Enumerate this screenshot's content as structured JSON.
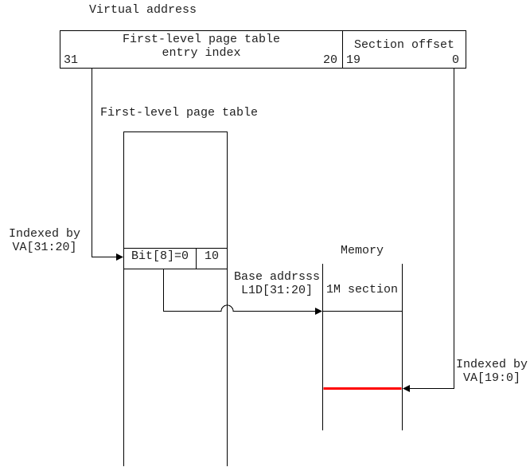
{
  "virtual_address": {
    "title": "Virtual address",
    "index_field_line1": "First-level page table",
    "index_field_line2": "entry index",
    "bit31": "31",
    "bit20": "20",
    "offset_field": "Section offset",
    "bit19": "19",
    "bit0": "0"
  },
  "page_table": {
    "title": "First-level page table",
    "entry": {
      "flag": "Bit[8]=0",
      "type": "10"
    }
  },
  "memory": {
    "title": "Memory",
    "section": "1M section"
  },
  "labels": {
    "indexed_left_1": "Indexed by",
    "indexed_left_2": "VA[31:20]",
    "base_addr_1": "Base addrsss",
    "base_addr_2": "L1D[31:20]",
    "indexed_right_1": "Indexed by",
    "indexed_right_2": "VA[19:0]"
  },
  "colors": {
    "line": "#000000",
    "highlight": "#ff0000"
  }
}
